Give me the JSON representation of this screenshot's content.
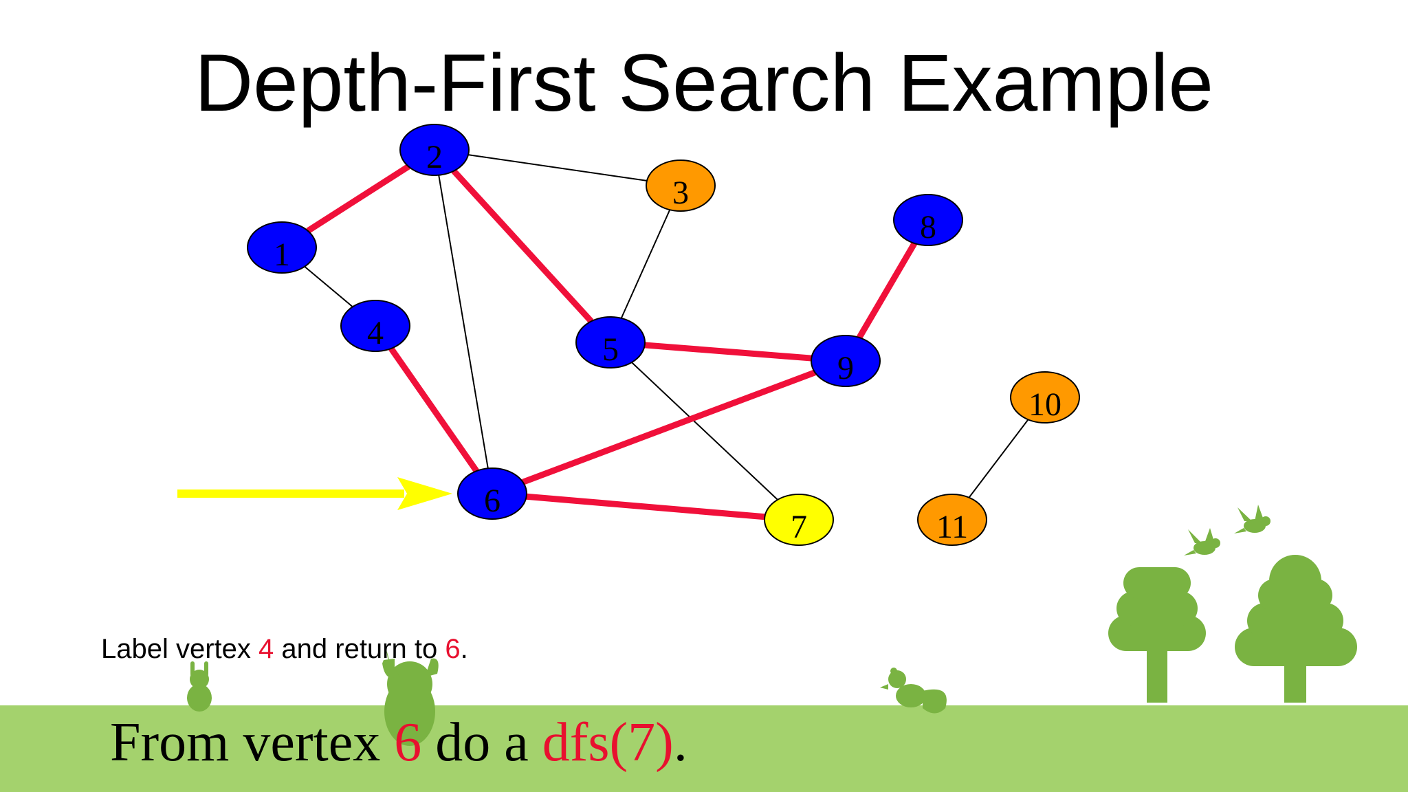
{
  "slide": {
    "title": "Depth-First Search Example",
    "caption": {
      "before": "Label vertex ",
      "v1": "4",
      "middle": " and return to ",
      "v2": "6",
      "after": "."
    },
    "main_line": {
      "before": "From vertex ",
      "v1": "6",
      "middle": " do a ",
      "call": "dfs(7)",
      "after": "."
    }
  },
  "colors": {
    "visited": "#0000ff",
    "frontier": "#ff9900",
    "current": "#ffff00",
    "tree_edge": "#f0103a",
    "edge": "#000000",
    "arrow": "#ffff00",
    "band": "#a4d26d",
    "decor": "#7ab342"
  },
  "graph": {
    "vertices": [
      {
        "id": "1",
        "state": "visited"
      },
      {
        "id": "2",
        "state": "visited"
      },
      {
        "id": "3",
        "state": "frontier"
      },
      {
        "id": "4",
        "state": "visited"
      },
      {
        "id": "5",
        "state": "visited"
      },
      {
        "id": "6",
        "state": "visited"
      },
      {
        "id": "7",
        "state": "current"
      },
      {
        "id": "8",
        "state": "visited"
      },
      {
        "id": "9",
        "state": "visited"
      },
      {
        "id": "10",
        "state": "frontier"
      },
      {
        "id": "11",
        "state": "frontier"
      }
    ],
    "edges": [
      {
        "from": "1",
        "to": "2",
        "tree": true
      },
      {
        "from": "1",
        "to": "4",
        "tree": false
      },
      {
        "from": "2",
        "to": "3",
        "tree": false
      },
      {
        "from": "2",
        "to": "5",
        "tree": true
      },
      {
        "from": "2",
        "to": "6",
        "tree": false
      },
      {
        "from": "3",
        "to": "5",
        "tree": false
      },
      {
        "from": "4",
        "to": "6",
        "tree": true
      },
      {
        "from": "5",
        "to": "9",
        "tree": true
      },
      {
        "from": "5",
        "to": "7",
        "tree": false
      },
      {
        "from": "6",
        "to": "9",
        "tree": true
      },
      {
        "from": "6",
        "to": "7",
        "tree": true
      },
      {
        "from": "8",
        "to": "9",
        "tree": true
      },
      {
        "from": "10",
        "to": "11",
        "tree": false
      }
    ],
    "pointer": {
      "target": "6"
    }
  }
}
